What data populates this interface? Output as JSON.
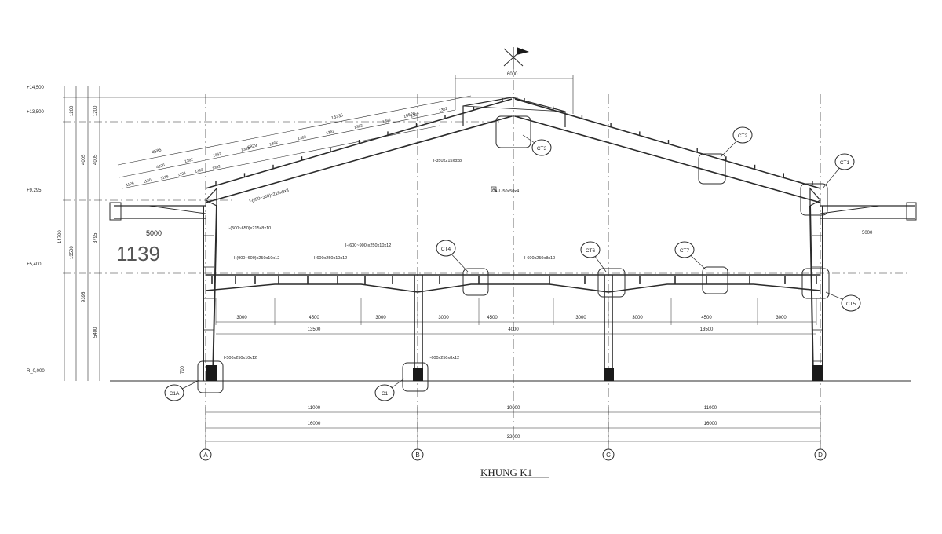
{
  "title": "KHUNG K1",
  "axes": [
    "A",
    "B",
    "C",
    "D"
  ],
  "elevations": [
    "+14,500",
    "+13,500",
    "+9,295",
    "+5,400",
    "R_0,000"
  ],
  "left_dims": [
    "1200",
    "1200",
    "4005",
    "4005",
    "3795",
    "14700",
    "13500",
    "9395",
    "5400",
    "700"
  ],
  "top_dims": [
    "6000"
  ],
  "roof_dims": {
    "overall": [
      "16335",
      "10520"
    ],
    "row1": [
      "4585",
      "5829"
    ],
    "row2": [
      "4226",
      "1362",
      "1362",
      "1362",
      "1362",
      "1362",
      "1362",
      "1362",
      "1362",
      "1362",
      "1362"
    ],
    "row3": [
      "1129",
      "1130",
      "1176",
      "1123",
      "1362",
      "1362"
    ]
  },
  "beam_labels": {
    "roof_left": "I-(650~350)x215x8x8",
    "column_top": "I-(500~650)x215x8x10",
    "ridge": "I-350x215x8x8",
    "brace": "A-L-50x50x4",
    "mid_span": "I-(600~900)x250x10x12",
    "mez1": "I-(900~600)x250x10x12",
    "mez2": "I-600x250x10x12",
    "mez3": "I-600x250x8x10",
    "col_left": "I-500x250x10x12",
    "col_b": "I-600x250x8x12"
  },
  "mez_dims": [
    "3000",
    "4500",
    "3000",
    "3000",
    "4500",
    "3000",
    "3000",
    "4500",
    "3000"
  ],
  "mez_totals": [
    "13500",
    "4000",
    "13500"
  ],
  "canopy": [
    "5000",
    "5000"
  ],
  "bottom_dims": {
    "row1": [
      "11000",
      "10000",
      "11000"
    ],
    "row2": [
      "16000",
      "16000"
    ],
    "total": "32000"
  },
  "details": [
    "CT1",
    "CT2",
    "CT3",
    "CT4",
    "CT5",
    "CT6",
    "CT7",
    "C1",
    "C1A"
  ],
  "section_label": "A",
  "annotation": "1139",
  "colors": {
    "line": "#2b2b2b",
    "ink": "#1a1a1a"
  }
}
